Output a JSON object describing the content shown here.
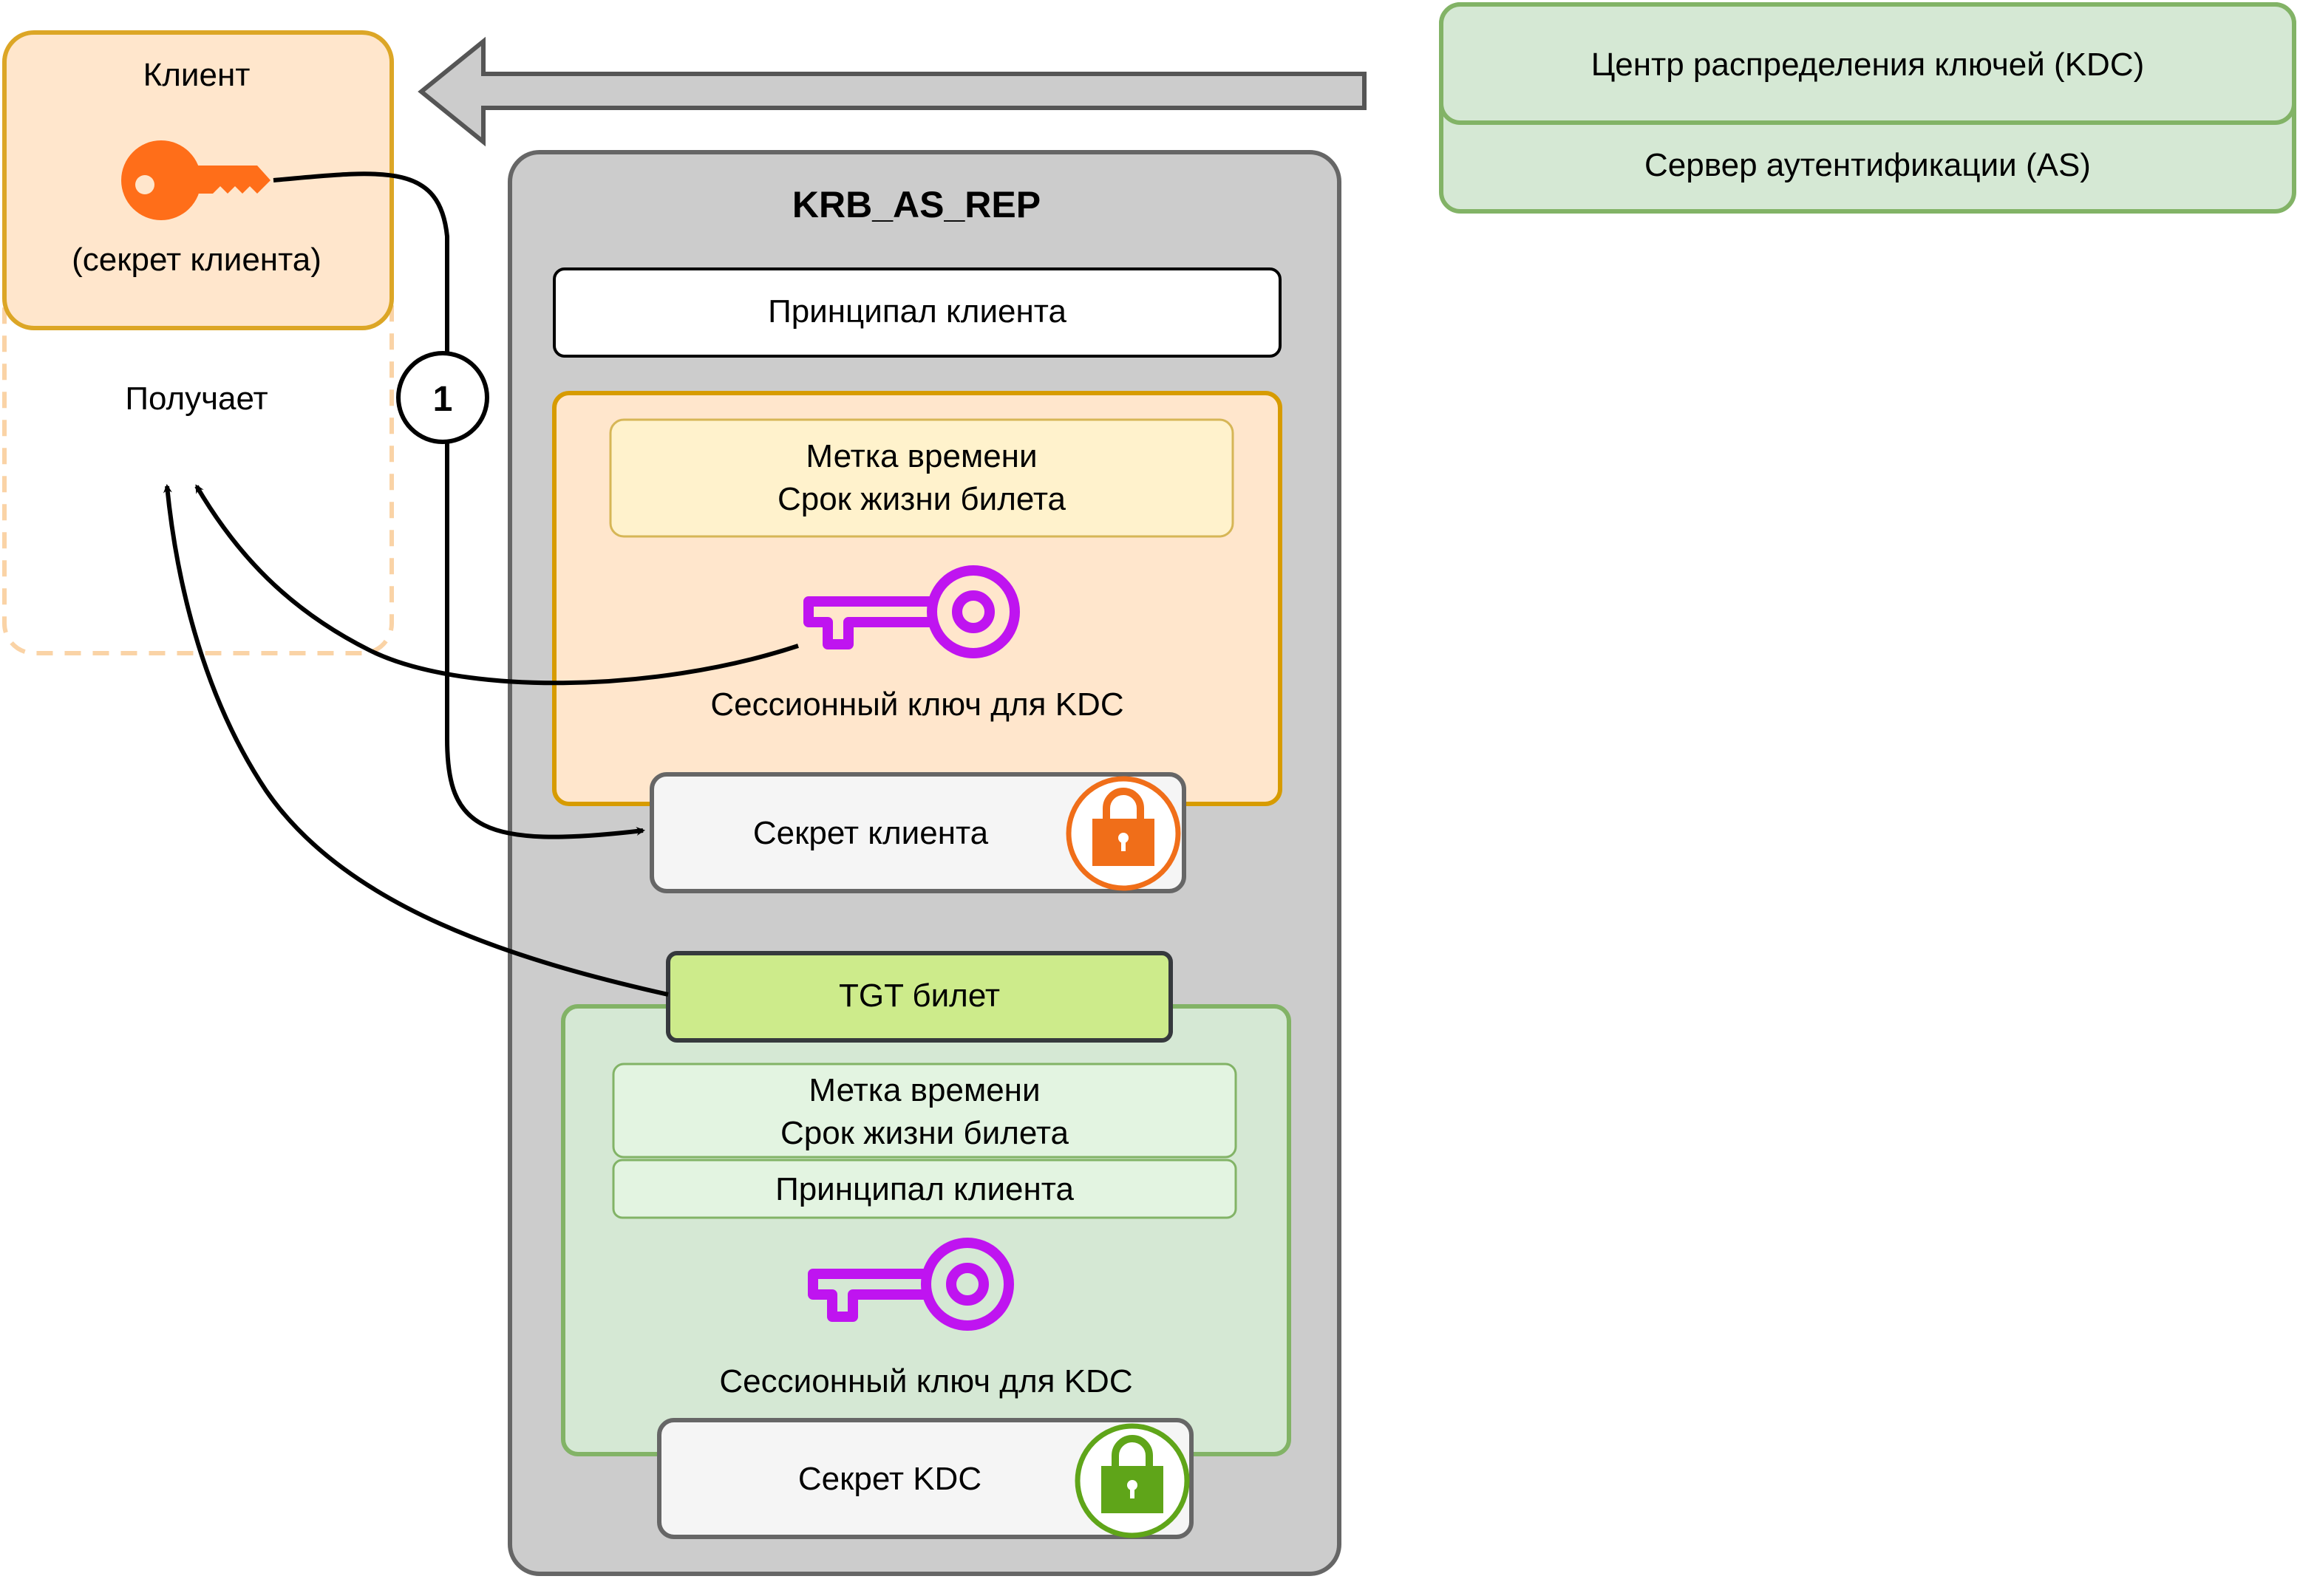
{
  "client": {
    "title": "Клиент",
    "secret_caption": "(секрет клиента)",
    "receives_label": "Получает",
    "key_icon": "key-icon",
    "key_color": "#FF6E19"
  },
  "kdc": {
    "title": "Центр распределения ключей (KDC)",
    "as_label": "Сервер аутентификации (AS)"
  },
  "message": {
    "title": "KRB_AS_REP",
    "client_principal": "Принципал клиента",
    "encrypted_part": {
      "timestamp": "Метка времени",
      "ticket_lifetime": "Срок жизни билета",
      "session_key_label": "Сессионный ключ для KDC",
      "session_key_icon": "key-icon",
      "session_key_color": "#BF14F0",
      "lock_label": "Секрет клиента",
      "lock_icon": "lock-icon",
      "lock_color": "#F06E19"
    },
    "tgt": {
      "title": "TGT билет",
      "timestamp": "Метка времени",
      "ticket_lifetime": "Срок жизни билета",
      "client_principal": "Принципал клиента",
      "session_key_label": "Сессионный ключ для KDC",
      "session_key_icon": "key-icon",
      "session_key_color": "#BF14F0",
      "lock_label": "Секрет KDC",
      "lock_icon": "lock-icon",
      "lock_color": "#5FA519"
    }
  },
  "step_marker": "1"
}
